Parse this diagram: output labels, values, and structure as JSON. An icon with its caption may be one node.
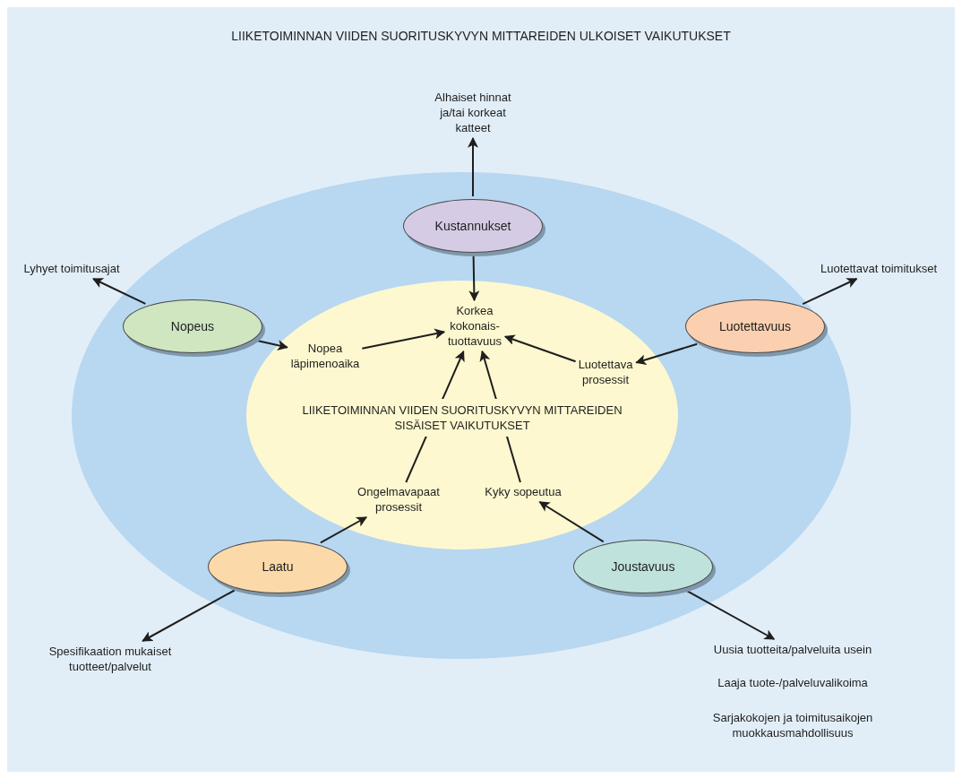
{
  "diagram": {
    "title": "LIIKETOIMINNAN VIIDEN SUORITUSKYVYN MITTAREIDEN ULKOISET VAIKUTUKSET",
    "nodes": [
      {
        "text": [
          "Alhaiset hinnat ja/tai korkeat katteet"
        ]
      },
      {
        "text": [
          "Kustannukset"
        ]
      },
      {
        "text": [
          "Lyhyet toimitusajat"
        ]
      },
      {
        "text": [
          "Nopeus"
        ]
      },
      {
        "text": [
          "Luotettavat toimitukset"
        ]
      },
      {
        "text": [
          "Luotettavuus"
        ]
      },
      {
        "text": [
          "LIIKETOIMINNAN VIIDEN SUORITUSKYVYN MITTAREIDEN SISÄISET VAIKUTUKSET"
        ]
      },
      {
        "text": [
          "Korkea kokonais- tuottavuus"
        ],
        "in": 6
      },
      {
        "text": [
          "Nopea läpimenoaika"
        ],
        "in": 6
      },
      {
        "text": [
          "Luotettava prosessit"
        ],
        "in": 6
      },
      {
        "text": [
          "Ongelmavapaat prosessit"
        ],
        "in": 6
      },
      {
        "text": [
          "Kyky sopeutua"
        ],
        "in": 6
      },
      {
        "text": [
          "Laatu"
        ]
      },
      {
        "text": [
          "Joustavuus"
        ]
      },
      {
        "text": [
          "Spesifikaation mukaiset tuotteet/palvelut"
        ]
      },
      {
        "text": [
          "Uusia tuotteita/palveluita usein"
        ]
      }
    ],
    "edges": [
      {
        "from": 1,
        "to": 0,
        "arrow": "to"
      },
      {
        "from": 1,
        "to": 7,
        "arrow": "to"
      },
      {
        "from": 3,
        "to": 2,
        "arrow": "to"
      },
      {
        "from": 3,
        "to": 8,
        "arrow": "to"
      },
      {
        "from": 8,
        "to": 7,
        "arrow": "to"
      },
      {
        "from": 5,
        "to": 4,
        "arrow": "to"
      },
      {
        "from": 5,
        "to": 9,
        "arrow": "to"
      },
      {
        "from": 9,
        "to": 7,
        "arrow": "to"
      },
      {
        "from": 10,
        "to": 7,
        "arrow": "to"
      },
      {
        "from": 11,
        "to": 7,
        "arrow": "to"
      },
      {
        "from": 12,
        "to": 10,
        "arrow": "to"
      },
      {
        "from": 12,
        "to": 14,
        "arrow": "to"
      },
      {
        "from": 13,
        "to": 11,
        "arrow": "to"
      },
      {
        "from": 13,
        "to": 15,
        "arrow": "to"
      }
    ],
    "labels": [
      "Laaja tuote-/palveluvalikoima",
      "Sarjakokojen ja toimitusaikojen muokkausmahdollisuus"
    ]
  }
}
